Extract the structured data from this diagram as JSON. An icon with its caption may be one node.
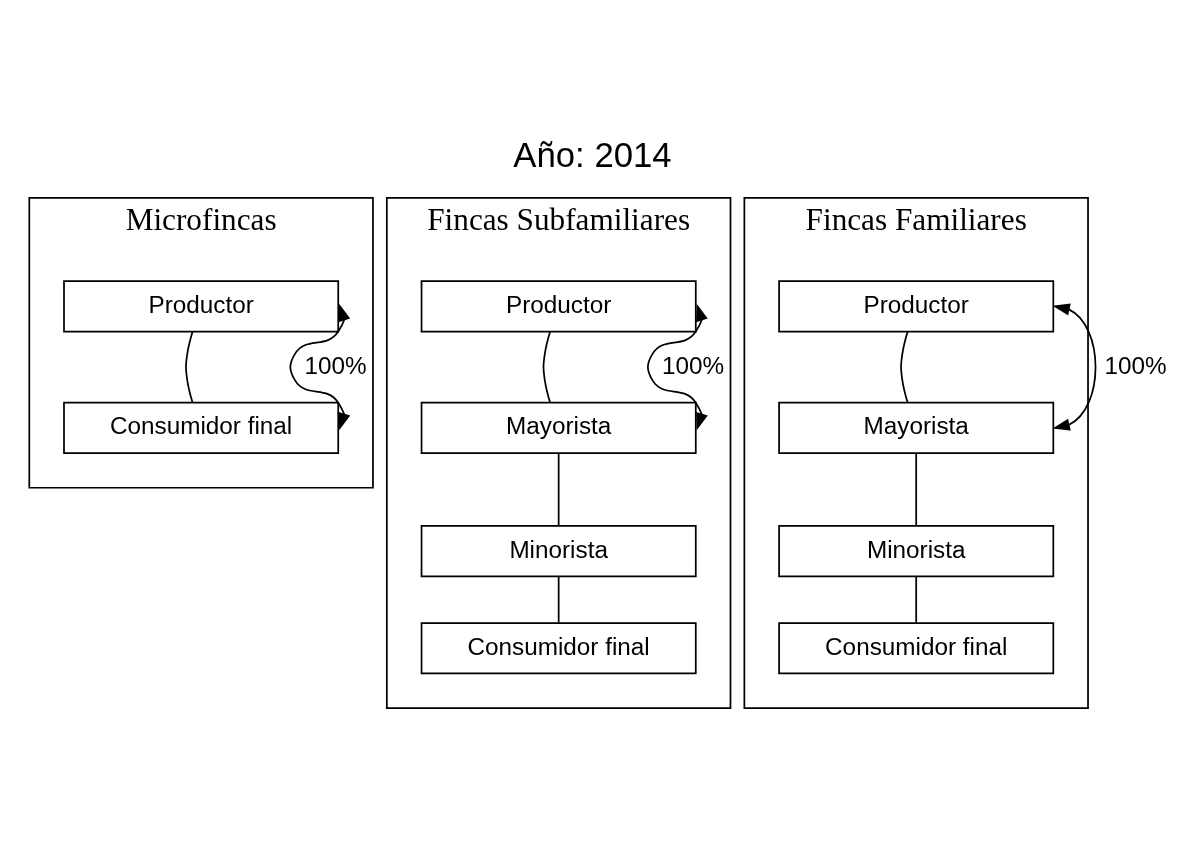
{
  "diagram": {
    "title": "Año: 2014",
    "nodes": [
      {
        "text": [
          "Microfincas"
        ]
      },
      {
        "text": [
          "Productor"
        ],
        "in": 0
      },
      {
        "text": [
          "Consumidor final"
        ],
        "in": 0
      },
      {
        "text": [
          "Fincas Subfamiliares"
        ]
      },
      {
        "text": [
          "Productor"
        ],
        "in": 3
      },
      {
        "text": [
          "Mayorista"
        ],
        "in": 3
      },
      {
        "text": [
          "Minorista"
        ],
        "in": 3
      },
      {
        "text": [
          "Consumidor final"
        ],
        "in": 3
      },
      {
        "text": [
          "Fincas Familiares"
        ]
      },
      {
        "text": [
          "Productor"
        ],
        "in": 8
      },
      {
        "text": [
          "Mayorista"
        ],
        "in": 8
      },
      {
        "text": [
          "Minorista"
        ],
        "in": 8
      },
      {
        "text": [
          "Consumidor final"
        ],
        "in": 8
      }
    ],
    "edges": [
      {
        "from": 1,
        "to": 2,
        "arrow": "none"
      },
      {
        "from": 1,
        "to": 2,
        "arrow": "both",
        "label": "100%"
      },
      {
        "from": 4,
        "to": 5,
        "arrow": "none"
      },
      {
        "from": 5,
        "to": 6,
        "arrow": "none"
      },
      {
        "from": 6,
        "to": 7,
        "arrow": "none"
      },
      {
        "from": 4,
        "to": 5,
        "arrow": "both",
        "label": "100%"
      },
      {
        "from": 9,
        "to": 10,
        "arrow": "none"
      },
      {
        "from": 10,
        "to": 11,
        "arrow": "none"
      },
      {
        "from": 11,
        "to": 12,
        "arrow": "none"
      },
      {
        "from": 9,
        "to": 10,
        "arrow": "both",
        "label": "100%"
      }
    ]
  }
}
